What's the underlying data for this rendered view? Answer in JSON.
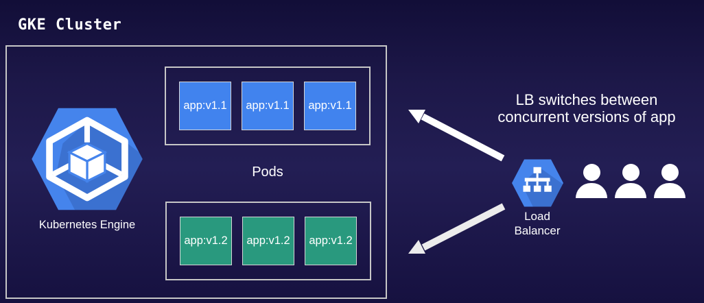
{
  "title": "GKE Cluster",
  "cluster": {
    "engine_label": "Kubernetes Engine",
    "pods_label": "Pods",
    "pod_rows": [
      {
        "version": "v1.1",
        "color": "#4183ee",
        "boxes": [
          "app:v1.1",
          "app:v1.1",
          "app:v1.1"
        ]
      },
      {
        "version": "v1.2",
        "color": "#29997e",
        "boxes": [
          "app:v1.2",
          "app:v1.2",
          "app:v1.2"
        ]
      }
    ]
  },
  "load_balancer": {
    "label_line1": "Load",
    "label_line2": "Balancer"
  },
  "caption": {
    "line1": "LB switches between",
    "line2": "concurrent versions of app"
  },
  "users_count": 3,
  "icons": {
    "kubernetes_engine": "gke-hexagon-icon",
    "load_balancer": "load-balancer-hexagon-icon",
    "user": "person-icon",
    "arrow_up": "arrow-to-v11-pods-icon",
    "arrow_down": "arrow-to-v12-pods-icon"
  },
  "colors": {
    "background_mid": "#231e54",
    "background_edge": "#120e38",
    "pod_blue": "#4183ee",
    "pod_green": "#29997e",
    "hexagon_blue": "#4584ec",
    "border_gray": "#c7c7c7",
    "arrow_white": "#ffffff",
    "arrow_gray": "#ececec"
  }
}
